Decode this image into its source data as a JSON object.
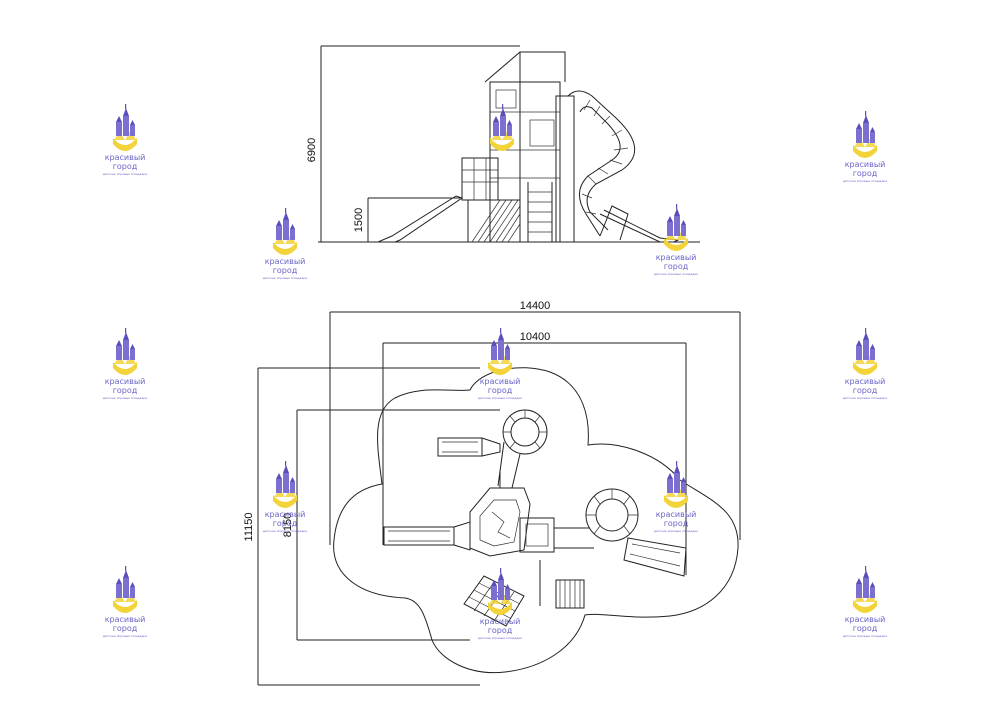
{
  "elevation": {
    "dims": {
      "height_total": "6900",
      "height_platform": "1500"
    }
  },
  "plan": {
    "dims": {
      "width_total": "14400",
      "width_inner": "10400",
      "depth_total": "11150",
      "depth_inner": "8150"
    }
  },
  "watermark": {
    "line1": "красивый",
    "line2": "город",
    "tagline": "детские игровые площадки",
    "colors": {
      "castle": "#7b6fd0",
      "ribbon": "#f2d43a",
      "text": "#6a64c8"
    }
  },
  "colors": {
    "line": "#222222",
    "background": "#ffffff"
  }
}
